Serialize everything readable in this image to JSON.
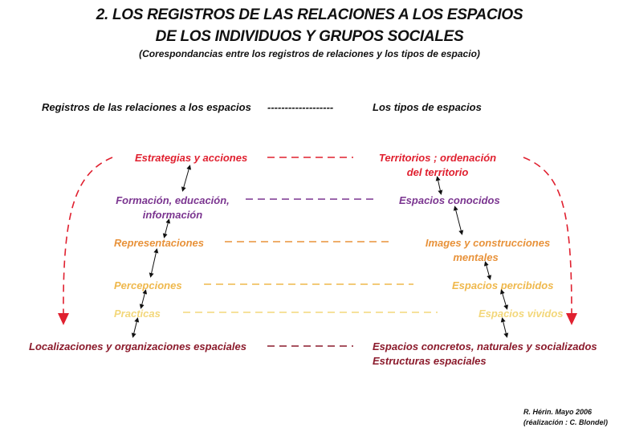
{
  "title": {
    "line1": "2. LOS REGISTROS DE LAS RELACIONES A LOS ESPACIOS",
    "line2": "DE LOS INDIVIDUOS Y GRUPOS SOCIALES",
    "subtitle": "(Corespondancias entre los registros de relaciones y los tipos de espacio)"
  },
  "headers": {
    "left": "Registros de las relaciones a los espacios",
    "middle": "-------------------",
    "right": "Los tipos de espacios"
  },
  "left": [
    "Estrategias y acciones",
    "Formación, educación,",
    "información",
    "Representaciones",
    "Percepciones",
    "Practicas",
    "Localizaciones y organizaciones espaciales"
  ],
  "right": [
    "Territorios ; ordenación",
    "del territorio",
    "Espacios conocidos",
    "Images y construcciones",
    "mentales",
    "Espacios percibidos",
    "Espacios vividos",
    "Espacios concretos, naturales y socializados",
    "Estructuras espaciales"
  ],
  "credit": {
    "line1": "R. Hérin. Mayo 2006",
    "line2": "(réalización : C. Blondel)"
  },
  "colors": {
    "red": "#e0202f",
    "purple": "#7b3590",
    "orange": "#e8923a",
    "lightorange": "#efb84c",
    "yellow": "#f3d77a",
    "darkred": "#8b1a2b"
  }
}
